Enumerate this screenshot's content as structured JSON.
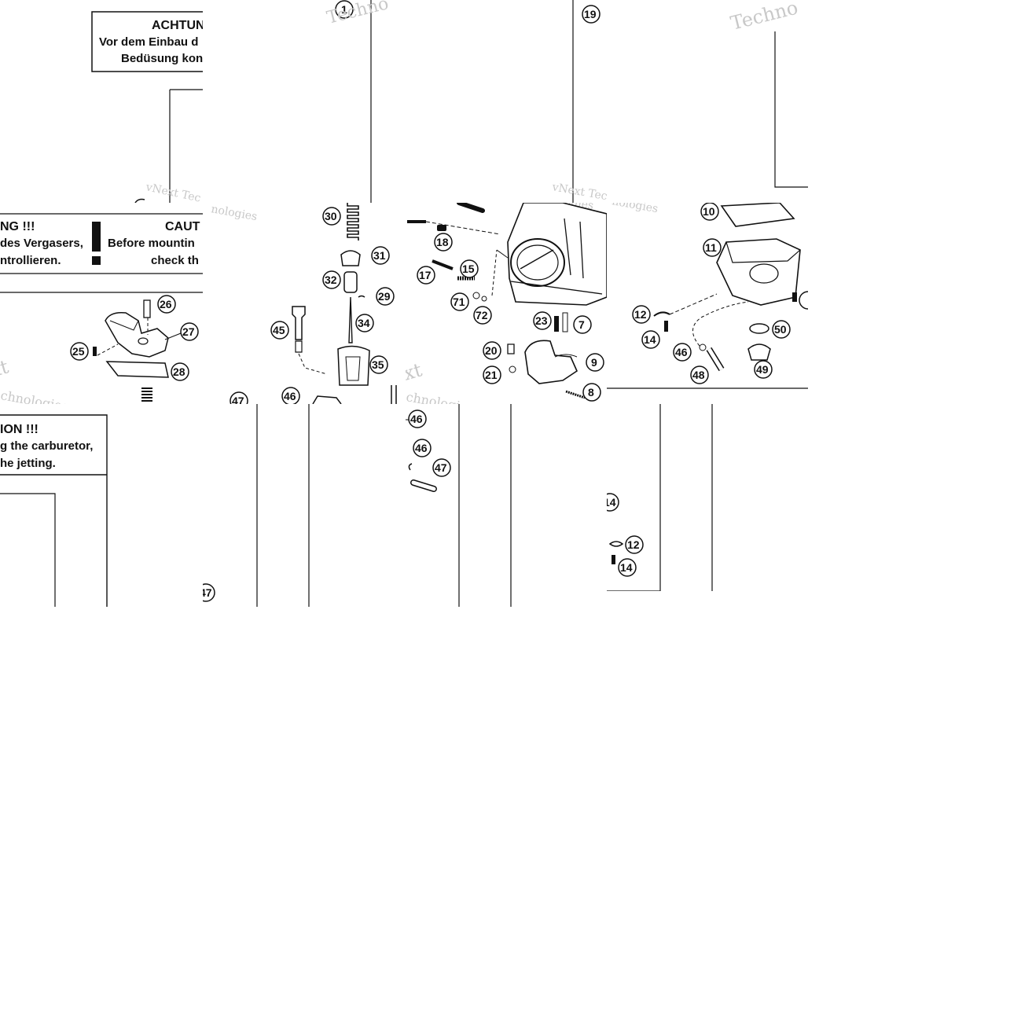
{
  "warnings": {
    "de_title_partial": "ACHTUN",
    "de_line1_partial": "Vor dem Einbau d",
    "de_line2_partial": "Bedüsung kon",
    "de_title_left": "NG !!!",
    "de_line1_left": "des Vergasers,",
    "de_line2_left": "ntrollieren.",
    "en_title_partial": "CAUT",
    "en_line1_partial": "Before mountin",
    "en_line2_partial": "check th",
    "en_title_left": "ION !!!",
    "en_line1_left": "g the carburetor,",
    "en_line2_left": "he jetting."
  },
  "watermark": {
    "text_a": "vNext",
    "text_b": "Technologies",
    "text_c": "vNext Tec",
    "text_d": "nologies",
    "text_e": "Techno",
    "text_f": "chnologies",
    "text_g": "xt"
  },
  "callouts": {
    "top": [
      "1",
      "19"
    ],
    "left": [
      "26",
      "27",
      "25",
      "28"
    ],
    "center": [
      "30",
      "31",
      "32",
      "29",
      "34",
      "45",
      "35",
      "47",
      "46"
    ],
    "carb": [
      "18",
      "17",
      "15",
      "71",
      "72",
      "23",
      "7",
      "20",
      "21",
      "9",
      "8"
    ],
    "right": [
      "10",
      "11",
      "12",
      "14",
      "46",
      "48",
      "50",
      "49"
    ],
    "bottom": [
      "46",
      "46",
      "47",
      "47",
      "14",
      "12",
      "14"
    ]
  }
}
